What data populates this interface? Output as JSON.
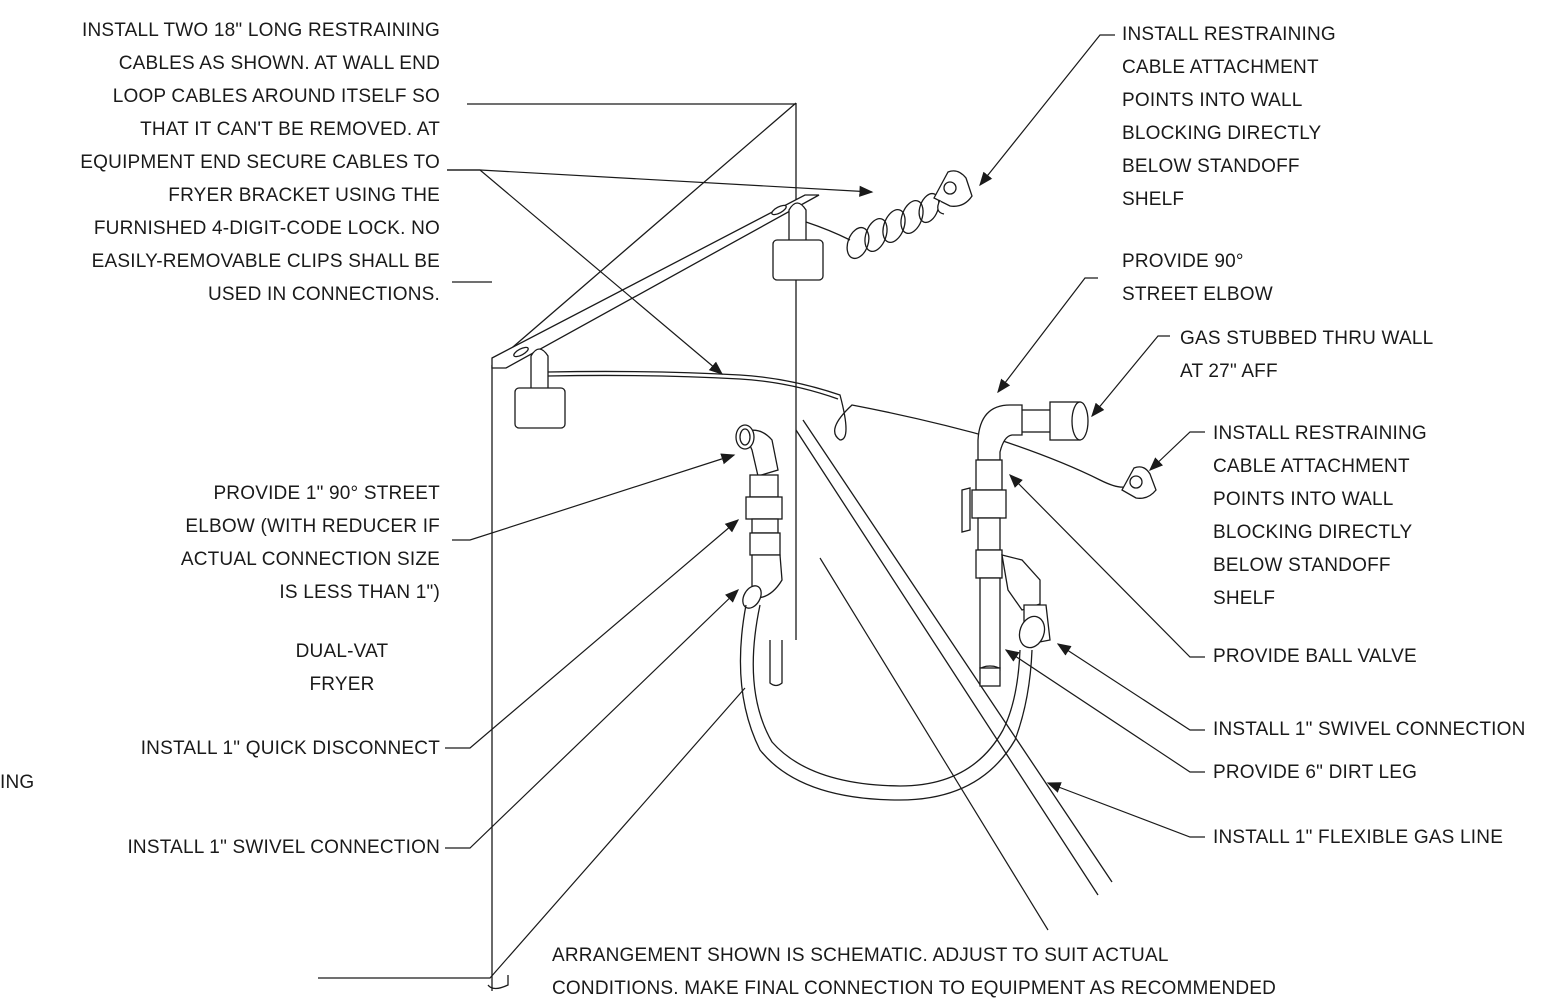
{
  "notes": {
    "restraining_cables": [
      "INSTALL TWO 18\" LONG RESTRAINING",
      "CABLES AS SHOWN. AT WALL END",
      "LOOP CABLES AROUND ITSELF SO",
      "THAT IT CAN'T BE REMOVED. AT",
      "EQUIPMENT END SECURE CABLES TO",
      "FRYER BRACKET USING THE",
      "FURNISHED 4-DIGIT-CODE LOCK. NO",
      "EASILY-REMOVABLE CLIPS SHALL BE",
      "USED IN CONNECTIONS."
    ],
    "attachment_upper": [
      "INSTALL RESTRAINING",
      "CABLE ATTACHMENT",
      "POINTS INTO WALL",
      "BLOCKING DIRECTLY",
      "BELOW STANDOFF",
      "SHELF"
    ],
    "street_elbow_90": [
      "PROVIDE 90°",
      "STREET ELBOW"
    ],
    "gas_stub": [
      "GAS STUBBED THRU WALL",
      "AT 27\" AFF"
    ],
    "attachment_lower": [
      "INSTALL RESTRAINING",
      "CABLE ATTACHMENT",
      "POINTS INTO WALL",
      "BLOCKING DIRECTLY",
      "BELOW STANDOFF",
      "SHELF"
    ],
    "street_elbow_1in": [
      "PROVIDE 1\" 90° STREET",
      "ELBOW (WITH REDUCER IF",
      "ACTUAL CONNECTION SIZE",
      "IS LESS THAN 1\")"
    ],
    "fryer_label": [
      "DUAL-VAT",
      "FRYER"
    ],
    "ball_valve": "PROVIDE BALL VALVE",
    "swivel_right": "INSTALL 1\" SWIVEL CONNECTION",
    "quick_disconnect": "INSTALL 1\" QUICK DISCONNECT",
    "dirt_leg": "PROVIDE 6\" DIRT LEG",
    "partial_left": "ING",
    "swivel_left": "INSTALL 1\" SWIVEL CONNECTION",
    "flexible_gas_line": "INSTALL 1\" FLEXIBLE GAS LINE",
    "arrangement": [
      "ARRANGEMENT SHOWN IS SCHEMATIC.  ADJUST TO SUIT ACTUAL",
      "CONDITIONS. MAKE FINAL CONNECTION TO EQUIPMENT AS RECOMMENDED"
    ]
  },
  "colors": {
    "ink": "#1a1a1a",
    "background": "#ffffff"
  }
}
